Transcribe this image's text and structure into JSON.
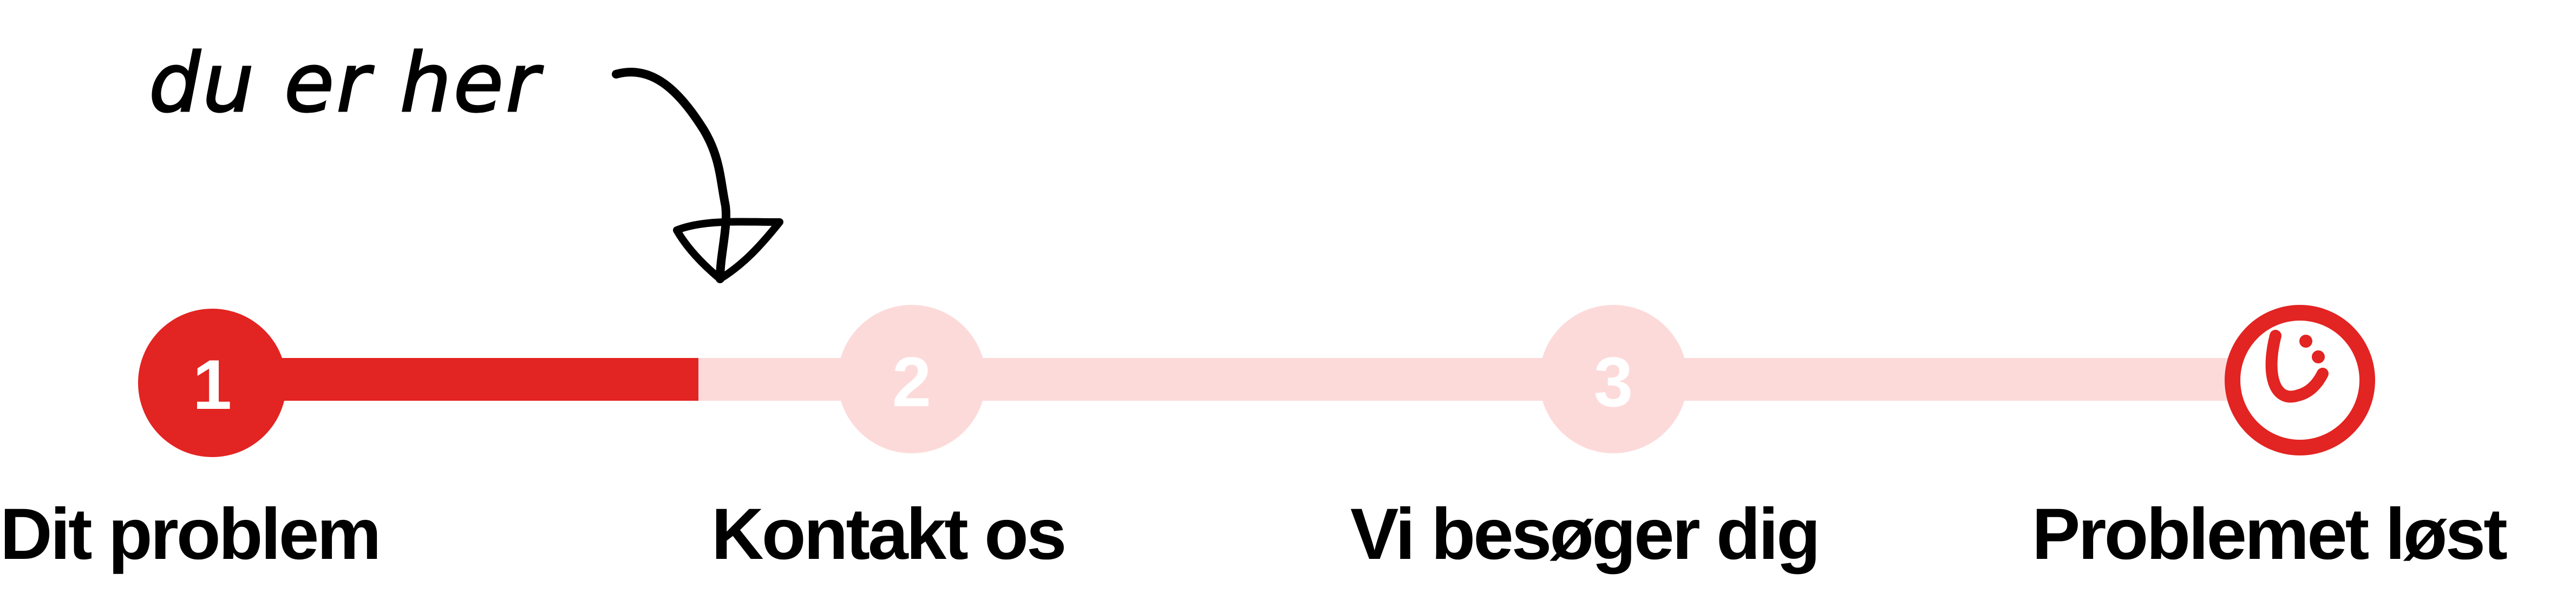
{
  "annotation": {
    "text": "du er her"
  },
  "progress": {
    "current_step": 1,
    "fill_fraction_to_step_2": 0.69
  },
  "steps": [
    {
      "number": "1",
      "label": "Dit problem",
      "state": "active"
    },
    {
      "number": "2",
      "label": "Kontakt os",
      "state": "inactive"
    },
    {
      "number": "3",
      "label": "Vi besøger dig",
      "state": "inactive"
    },
    {
      "icon": "smiley-icon",
      "label": "Problemet løst",
      "state": "final"
    }
  ],
  "colors": {
    "active": "#e22422",
    "inactive": "#fddada",
    "text": "#000000"
  }
}
